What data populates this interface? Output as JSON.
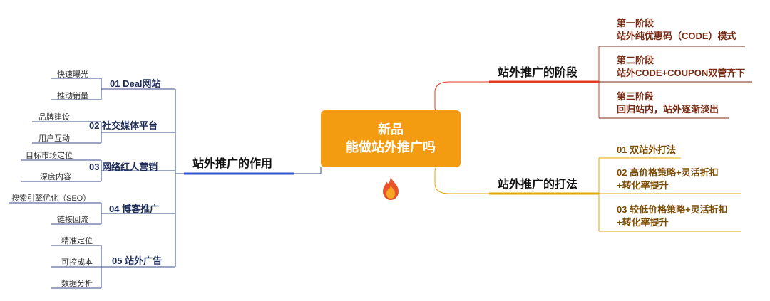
{
  "center": {
    "line1": "新品",
    "line2": "能做站外推广吗"
  },
  "left": {
    "title": "站外推广的作用",
    "groups": [
      {
        "label": "01 Deal网站",
        "items": [
          "快速曝光",
          "推动销量"
        ]
      },
      {
        "label": "02 社交媒体平台",
        "items": [
          "品牌建设",
          "用户互动"
        ]
      },
      {
        "label": "03 网络红人营销",
        "items": [
          "目标市场定位",
          "深度内容"
        ]
      },
      {
        "label": "04 博客推广",
        "items": [
          "搜索引擎优化（SEO）",
          "链接回流"
        ]
      },
      {
        "label": "05 站外广告",
        "items": [
          "精准定位",
          "可控成本",
          "数据分析"
        ]
      }
    ]
  },
  "right_top": {
    "title": "站外推广的阶段",
    "stages": [
      {
        "line1": "第一阶段",
        "line2": "站外纯优惠码（CODE）模式"
      },
      {
        "line1": "第二阶段",
        "line2": "站外CODE+COUPON双管齐下"
      },
      {
        "line1": "第三阶段",
        "line2": "回归站内，站外逐渐淡出"
      }
    ]
  },
  "right_bottom": {
    "title": "站外推广的打法",
    "plays": [
      {
        "line1": "01 双站外打法",
        "line2": ""
      },
      {
        "line1": "02 高价格策略+灵活折扣",
        "line2": "+转化率提升"
      },
      {
        "line1": "03 较低价格策略+灵活折扣",
        "line2": "+转化率提升"
      }
    ]
  },
  "colors": {
    "center": "#f39c12",
    "blue": "#2f55d4",
    "red": "#e03a1e",
    "gold": "#e0a800",
    "navy_line": "#3a4a8a"
  }
}
